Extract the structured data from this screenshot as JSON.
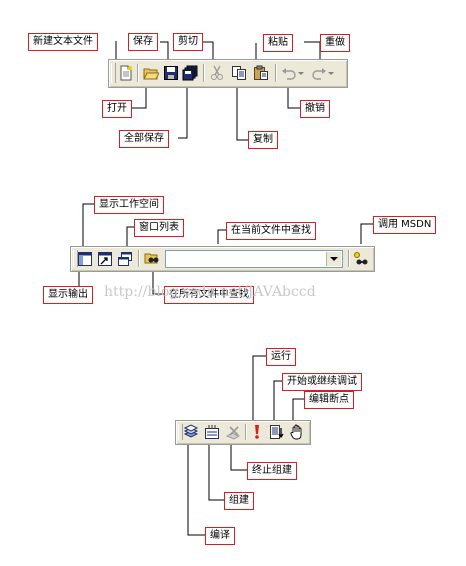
{
  "watermark": "http://blog.csdn.net/JAVAbccd",
  "toolbar1": {
    "labels": {
      "new_text_file": "新建文本文件",
      "save": "保存",
      "cut": "剪切",
      "paste": "粘贴",
      "redo": "重做",
      "open": "打开",
      "undo": "撤销",
      "save_all": "全部保存",
      "copy": "复制"
    }
  },
  "toolbar2": {
    "labels": {
      "show_workspace": "显示工作空间",
      "window_list": "窗口列表",
      "find_in_current_file": "在当前文件中查找",
      "call_msdn": "调用 MSDN",
      "show_output": "显示输出",
      "find_in_all_files": "在所有文件中查找"
    },
    "search_value": ""
  },
  "toolbar3": {
    "labels": {
      "run": "运行",
      "start_continue_debug": "开始或继续调试",
      "edit_breakpoint": "编辑断点",
      "stop_build": "终止组建",
      "build": "组建",
      "compile": "编译"
    }
  },
  "colors": {
    "callout_border": "#d42020",
    "toolbar_bg": "#ece9d8",
    "leader_line": "#000000"
  }
}
